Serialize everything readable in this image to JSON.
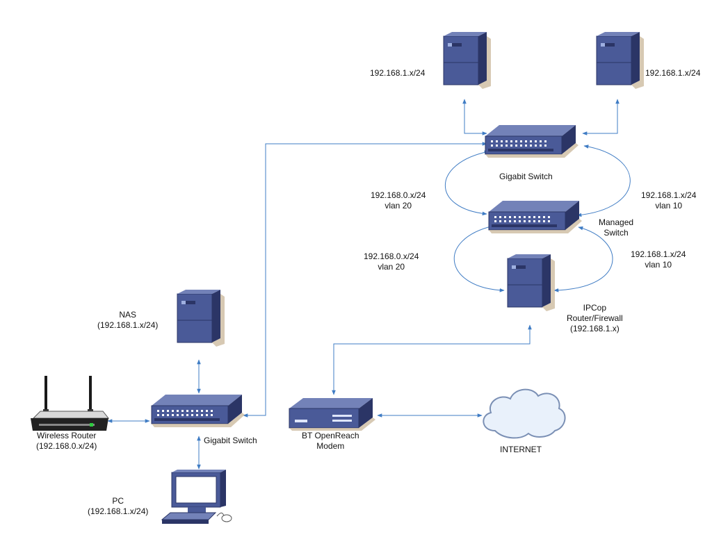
{
  "colors": {
    "connector": "#3f7cc4",
    "device_front": "#4a5a98",
    "device_side": "#2b3566",
    "device_top": "#7382b8",
    "cloud_fill": "#e9f1fb",
    "cloud_stroke": "#7a8fb4"
  },
  "labels": {
    "server_left_ip": "192.168.1.x/24",
    "server_right_ip": "192.168.1.x/24",
    "top_switch": "Gigabit Switch",
    "left_vlan_top": {
      "ip": "192.168.0.x/24",
      "vlan": "vlan 20"
    },
    "right_vlan_top": {
      "ip": "192.168.1.x/24",
      "vlan": "vlan 10"
    },
    "managed_switch": {
      "line1": "Managed",
      "line2": "Switch"
    },
    "left_vlan_bottom": {
      "ip": "192.168.0.x/24",
      "vlan": "vlan 20"
    },
    "right_vlan_bottom": {
      "ip": "192.168.1.x/24",
      "vlan": "vlan 10"
    },
    "firewall": {
      "line1": "IPCop",
      "line2": "Router/Firewall",
      "line3": "(192.168.1.x)"
    },
    "nas": {
      "line1": "NAS",
      "line2": "(192.168.1.x/24)"
    },
    "wireless_router": {
      "line1": "Wireless Router",
      "line2": "(192.168.0.x/24)"
    },
    "bottom_switch": "Gigabit Switch",
    "modem": {
      "line1": "BT OpenReach",
      "line2": "Modem"
    },
    "internet": "INTERNET",
    "pc": {
      "line1": "PC",
      "line2": "(192.168.1.x/24)"
    }
  },
  "icons": [
    "server-icon",
    "switch-icon",
    "router-icon",
    "modem-icon",
    "cloud-icon",
    "pc-icon"
  ]
}
